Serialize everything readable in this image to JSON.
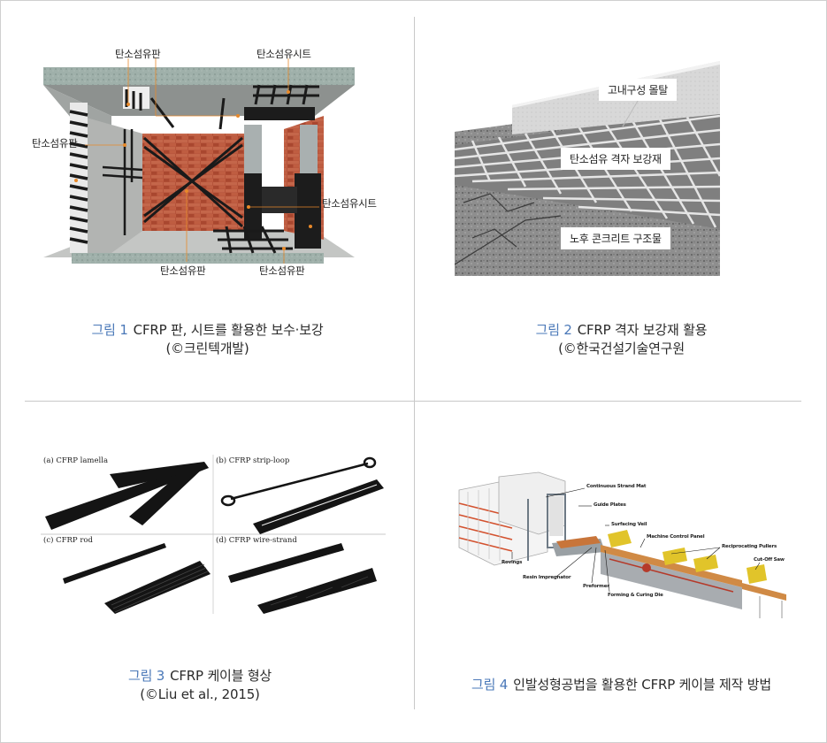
{
  "figures": [
    {
      "id": 1,
      "label": "그림 1",
      "caption_line1": "CFRP 판, 시트를 활용한 보수·보강",
      "caption_line2": "(©크린텍개발)",
      "image_labels": {
        "top_left": "탄소섬유판",
        "top_right": "탄소섬유시트",
        "left": "탄소섬유판",
        "right": "탄소섬유시트",
        "bottom_left": "탄소섬유판",
        "bottom_right": "탄소섬유판"
      }
    },
    {
      "id": 2,
      "label": "그림 2",
      "caption_line1": "CFRP 격자 보강재 활용",
      "caption_line2": "(©한국건설기술연구원",
      "image_labels": {
        "top": "고내구성 몰탈",
        "middle": "탄소섬유 격자 보강재",
        "bottom": "노후 콘크리트 구조물"
      }
    },
    {
      "id": 3,
      "label": "그림 3",
      "caption_line1": "CFRP 케이블 형상",
      "caption_line2": "(©Liu et al., 2015)",
      "image_labels": {
        "a": "(a) CFRP lamella",
        "b": "(b) CFRP strip-loop",
        "c": "(c) CFRP rod",
        "d": "(d) CFRP wire-strand"
      }
    },
    {
      "id": 4,
      "label": "그림 4",
      "caption_line1": "인발성형공법을 활용한 CFRP 케이블 제작 방법",
      "caption_line2": "",
      "image_labels": {
        "continuous_strand_mat": "Continuous Strand Mat",
        "guide_plates": "Guide Plates",
        "surfacing_veil": "Surfacing Veil",
        "machine_control_panel": "Machine Control Panel",
        "reciprocating_pullers": "Reciprocating Pullers",
        "cut_off_saw": "Cut-Off Saw",
        "rovings": "Rovings",
        "resin_impregnator": "Resin Impregnator",
        "preformer": "Preformer",
        "forming_curing_die": "Forming & Curing Die"
      }
    }
  ],
  "colors": {
    "figure_label": "#4a78b8",
    "caption_text": "#2a2a2a",
    "divider": "#c8c8c8",
    "leader_line": "#e8892a"
  }
}
